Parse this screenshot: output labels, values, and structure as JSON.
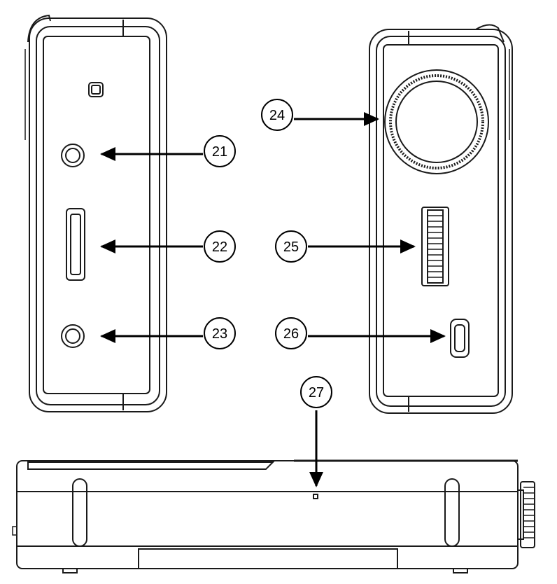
{
  "callouts": [
    {
      "id": "21",
      "label": "21"
    },
    {
      "id": "22",
      "label": "22"
    },
    {
      "id": "23",
      "label": "23"
    },
    {
      "id": "24",
      "label": "24"
    },
    {
      "id": "25",
      "label": "25"
    },
    {
      "id": "26",
      "label": "26"
    },
    {
      "id": "27",
      "label": "27"
    }
  ],
  "colors": {
    "line": "#1a1a1a",
    "background": "#ffffff"
  }
}
